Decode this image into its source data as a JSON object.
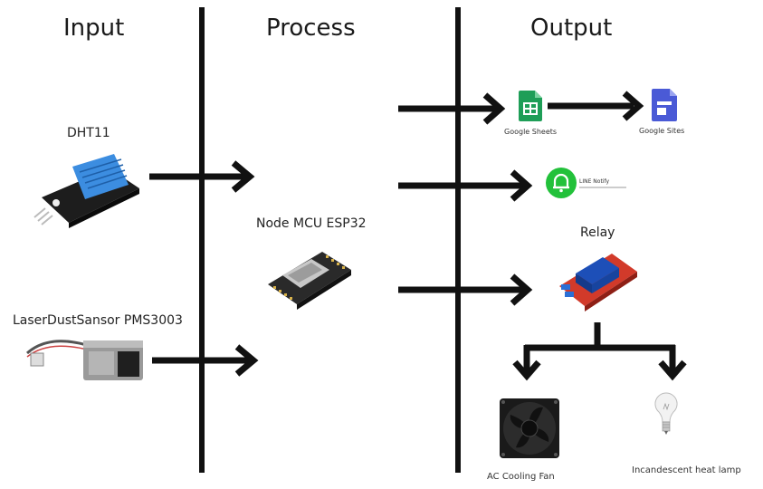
{
  "columns": {
    "input": "Input",
    "process": "Process",
    "output": "Output"
  },
  "input": {
    "dht11": "DHT11",
    "dust_sensor": "LaserDustSansor PMS3003"
  },
  "process": {
    "mcu": "Node MCU ESP32"
  },
  "output": {
    "google_sheets": "Google Sheets",
    "google_sites": "Google Sites",
    "line_notify": "LINE Notify",
    "relay": "Relay",
    "fan": "AC Cooling Fan",
    "lamp": "Incandescent heat lamp"
  },
  "colors": {
    "sheets_green": "#1e9e57",
    "sites_blue": "#4a5ad6",
    "line_green": "#22c13a",
    "relay_red": "#d23a2a",
    "relay_blue": "#1d4fb8",
    "dht_blue": "#3c8de0",
    "lines": "#111111"
  },
  "icons": [
    "dht11-sensor-icon",
    "dust-sensor-icon",
    "esp32-board-icon",
    "google-sheets-icon",
    "google-sites-icon",
    "line-notify-icon",
    "relay-module-icon",
    "fan-icon",
    "light-bulb-icon"
  ]
}
